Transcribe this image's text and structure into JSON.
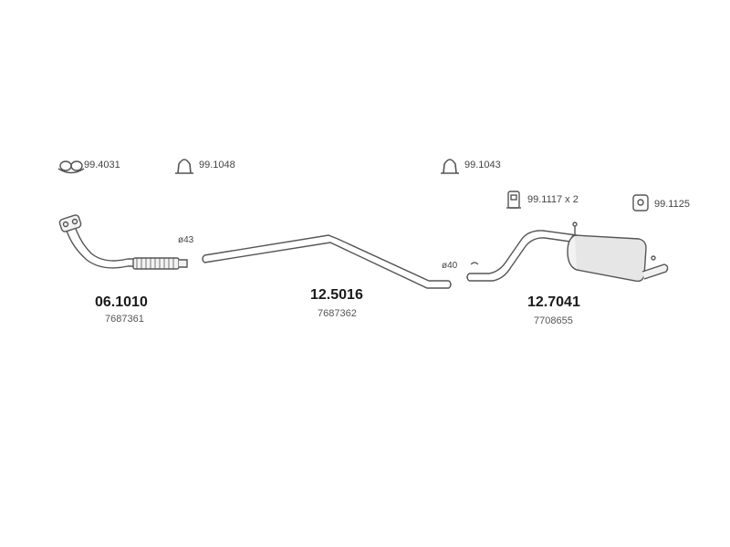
{
  "accessories": [
    {
      "icon": "double-ring-gasket-icon",
      "label": "99.4031"
    },
    {
      "icon": "u-clamp-icon",
      "label": "99.1048"
    },
    {
      "icon": "u-clamp-icon",
      "label": "99.1043"
    },
    {
      "icon": "rubber-hanger-icon",
      "label": "99.1117 x 2"
    },
    {
      "icon": "rubber-mount-icon",
      "label": "99.1125"
    }
  ],
  "parts": [
    {
      "part_number": "06.1010",
      "oem": "7687361"
    },
    {
      "part_number": "12.5016",
      "oem": "7687362"
    },
    {
      "part_number": "12.7041",
      "oem": "7708655"
    }
  ],
  "diameters": [
    "ø43",
    "ø40"
  ],
  "colors": {
    "line": "#555555",
    "pipe_fill": "#f2f2f2",
    "muffler_fill": "#e6e6e6"
  }
}
